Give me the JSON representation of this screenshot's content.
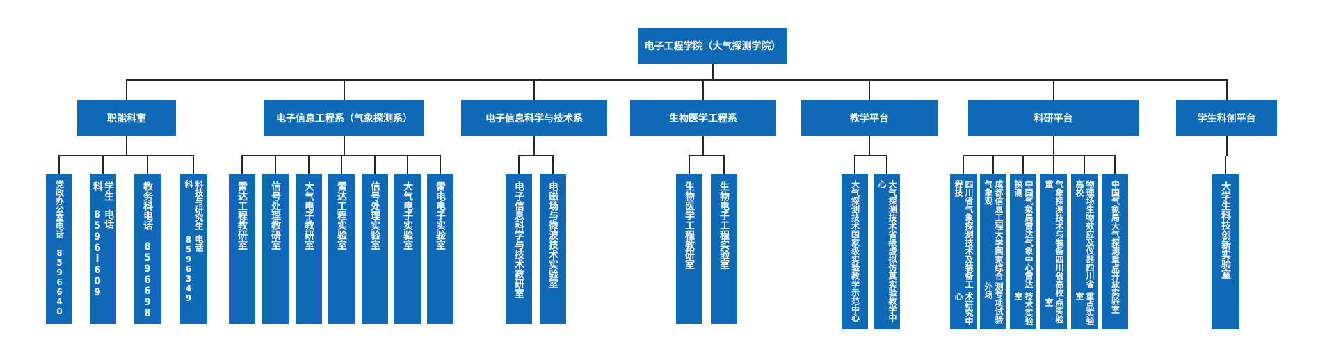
{
  "root": {
    "label": "电子工程学院（大气探测学院）"
  },
  "departments": [
    {
      "label": "职能科室",
      "children": [
        {
          "lines": [
            "党政办公室",
            "电话 8596640"
          ]
        },
        {
          "lines": [
            "学生科",
            "电话 8596l609"
          ]
        },
        {
          "lines": [
            "教务科",
            "电话 8596698"
          ]
        },
        {
          "lines": [
            "科技与研究生科",
            "电话 8596349"
          ]
        }
      ]
    },
    {
      "label": "电子信息工程系（气象探测系）",
      "children": [
        {
          "lines": [
            "雷达工程教研室"
          ]
        },
        {
          "lines": [
            "信号处理教研室"
          ]
        },
        {
          "lines": [
            "大气电子教研室"
          ]
        },
        {
          "lines": [
            "雷达工程实验室"
          ]
        },
        {
          "lines": [
            "信号处理实验室"
          ]
        },
        {
          "lines": [
            "大气电子实验室"
          ]
        },
        {
          "lines": [
            "雷电电子实验室"
          ]
        }
      ]
    },
    {
      "label": "电子信息科学与技术系",
      "children": [
        {
          "lines": [
            "电子信息科学与技术教研室"
          ]
        },
        {
          "lines": [
            "电磁场与微波技术实验室"
          ]
        }
      ]
    },
    {
      "label": "生物医学工程系",
      "children": [
        {
          "lines": [
            "生物医学工程教研室"
          ]
        },
        {
          "lines": [
            "生物电子工程实验室"
          ]
        }
      ]
    },
    {
      "label": "教学平台",
      "children": [
        {
          "lines": [
            "大气探测技术国家级实验教学示范中心"
          ]
        },
        {
          "lines": [
            "大气探测技术省级虚拟仿真实验教学中心"
          ]
        }
      ]
    },
    {
      "label": "科研平台",
      "children": [
        {
          "lines": [
            "四川省气象探测技术及装备工程技",
            "术研究中心"
          ]
        },
        {
          "lines": [
            "成都信息工程大学国家综合气象观",
            "测专项试验外场"
          ]
        },
        {
          "lines": [
            "中国气象局雷达气象中心雷达探测",
            "技术实验室"
          ]
        },
        {
          "lines": [
            "气象探测技术与装备四川省高校重",
            "点实验室"
          ]
        },
        {
          "lines": [
            "物理场生物效应及仪器四川省高校",
            "重点实验室"
          ]
        },
        {
          "lines": [
            "中国气象局大气探测重点开放实验室"
          ]
        }
      ]
    },
    {
      "label": "学生科创平台",
      "children": [
        {
          "lines": [
            "大学生科技创新实验室"
          ]
        }
      ]
    }
  ]
}
